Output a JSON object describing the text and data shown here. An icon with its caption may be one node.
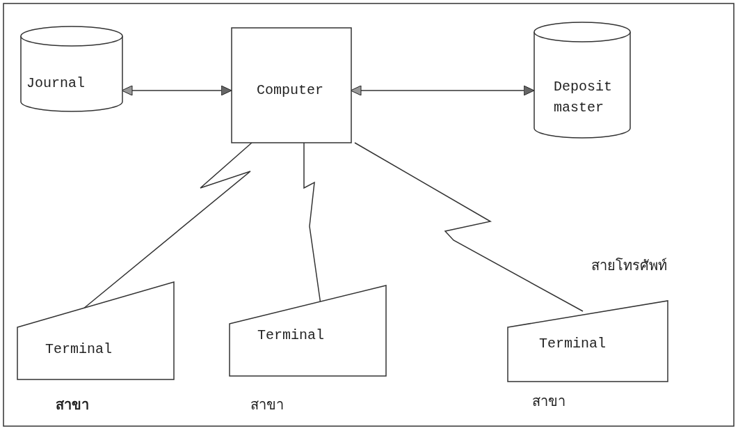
{
  "diagram": {
    "nodes": [
      {
        "text": [
          "Journal"
        ]
      },
      {
        "text": [
          "Computer"
        ]
      },
      {
        "text": [
          "Deposit master"
        ]
      },
      {
        "text": [
          "Terminal"
        ],
        "beside": [
          "สาขา"
        ]
      },
      {
        "text": [
          "Terminal"
        ],
        "beside": [
          "สาขา"
        ]
      },
      {
        "text": [
          "Terminal"
        ],
        "beside": [
          "สาขา"
        ]
      }
    ],
    "edges": [
      {
        "from": 0,
        "to": 1,
        "arrow": "both"
      },
      {
        "from": 1,
        "to": 2,
        "arrow": "both"
      },
      {
        "from": 1,
        "to": 3,
        "arrow": "none"
      },
      {
        "from": 1,
        "to": 4,
        "arrow": "none"
      },
      {
        "from": 1,
        "to": 5,
        "arrow": "none"
      }
    ],
    "labels": [
      "สายโทรศัพท์"
    ]
  }
}
